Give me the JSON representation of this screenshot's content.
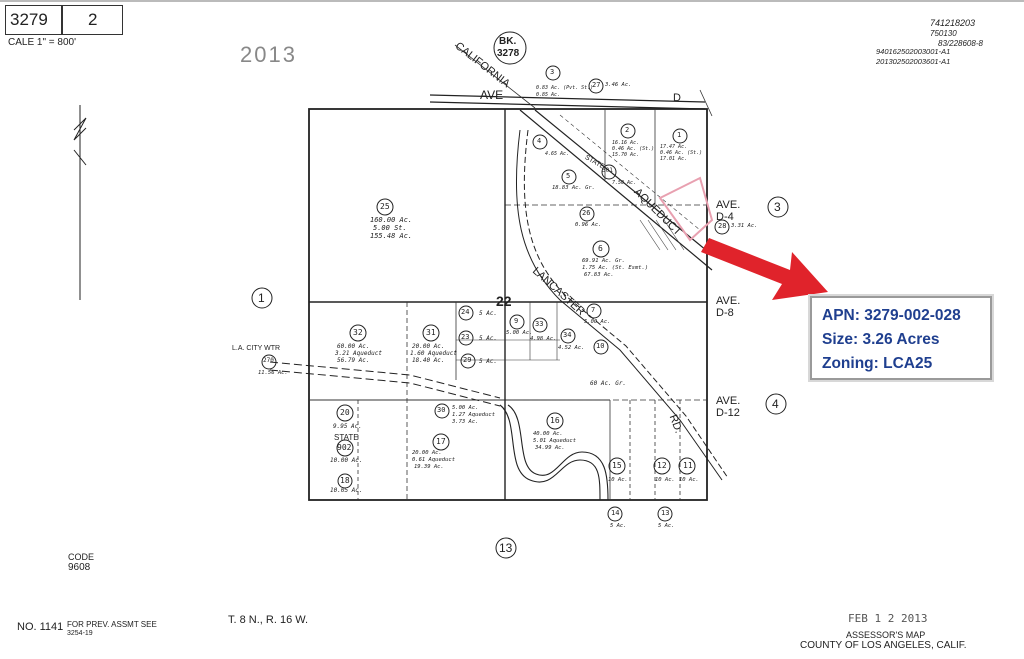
{
  "header": {
    "book_number": "3279",
    "page_number": "2",
    "scale": "CALE 1\" = 800'",
    "year_stamp": "2013",
    "book_badge": {
      "prefix": "BK.",
      "number": "3278"
    },
    "ref_numbers": [
      "741218203",
      "750130",
      "83/228608-8",
      "940162502003001-A1",
      "201302502003601-A1"
    ]
  },
  "roads": {
    "california": "CALIFORNIA",
    "ave": "AVE",
    "ave_d_top": "D",
    "lancaster": "LANCASTER",
    "rd": "RD.",
    "aqueduct": "AQUEDUCT",
    "la_city_wtr": "L.A. CITY WTR",
    "state_top": "STATE",
    "state_bottom": "STATE"
  },
  "avenue_labels": [
    {
      "line1": "AVE.",
      "line2": "D-4"
    },
    {
      "line1": "AVE.",
      "line2": "D-8"
    },
    {
      "line1": "AVE.",
      "line2": "D-12"
    }
  ],
  "map_circles": [
    "1",
    "3",
    "4",
    "13"
  ],
  "section_number": "22",
  "parcels": [
    {
      "num": "25",
      "acres": "160.00 Ac.",
      "note": "5.00 St.",
      "net": "155.48 Ac."
    },
    {
      "num": "32",
      "acres": "60.00 Ac.",
      "note": "3.21 Aqueduct",
      "net": "56.79 Ac."
    },
    {
      "num": "31",
      "acres": "20.00 Ac.",
      "note": "1.60 Aqueduct",
      "net": "18.40 Ac."
    },
    {
      "num": "24",
      "acres": "5 Ac."
    },
    {
      "num": "23",
      "acres": "5 Ac."
    },
    {
      "num": "29",
      "acres": "5 Ac."
    },
    {
      "num": "9",
      "acres": "5.00 Ac."
    },
    {
      "num": "33",
      "acres": "4.98 Ac."
    },
    {
      "num": "34",
      "acres": "4.52 Ac."
    },
    {
      "num": "7",
      "acres": "5.00 Ac."
    },
    {
      "num": "10",
      "acres": "60 Ac. Gr."
    },
    {
      "num": "20",
      "acres": "9.95 Ac."
    },
    {
      "num": "902",
      "acres": "10.00 Ac."
    },
    {
      "num": "18",
      "acres": "10.05 Ac."
    },
    {
      "num": "30",
      "acres": "5.00 Ac.",
      "note": "1.27 Aqueduct",
      "net": "3.73 Ac."
    },
    {
      "num": "17",
      "acres": "20.00 Ac.",
      "note": "0.61 Aqueduct",
      "net": "19.39 Ac."
    },
    {
      "num": "16",
      "acres": "40.00 Ac.",
      "note": "5.01 Aqueduct",
      "net": "34.99 Ac."
    },
    {
      "num": "15",
      "acres": "10 Ac."
    },
    {
      "num": "12",
      "acres": "10 Ac."
    },
    {
      "num": "11",
      "acres": "10 Ac."
    },
    {
      "num": "14",
      "acres": "5 Ac."
    },
    {
      "num": "13",
      "acres": "5 Ac."
    },
    {
      "num": "26",
      "acres": "0.96 Ac."
    },
    {
      "num": "6",
      "acres": "69.91 Ac. Gr.",
      "note": "1.75 Ac. (St. Esmt.)",
      "net": "67.83 Ac."
    },
    {
      "num": "5",
      "acres": "18.83 Ac. Gr."
    },
    {
      "num": "4",
      "acres": "4.65 Ac."
    },
    {
      "num": "301",
      "acres": "7.50 Ac."
    },
    {
      "num": "2",
      "acres": "16.16 Ac.",
      "note": "0.46 Ac. (St.)",
      "net": "15.70 Ac."
    },
    {
      "num": "1",
      "acres": "17.47 Ac.",
      "note": "0.46 Ac. (St.)",
      "net": "17.01 Ac."
    },
    {
      "num": "3",
      "acres": "0.83 Ac. (Pvt. St.)",
      "net": "0.85 Ac."
    },
    {
      "num": "27",
      "acres": "3.46 Ac."
    },
    {
      "num": "28",
      "acres": "3.31 Ac."
    },
    {
      "num": "270",
      "acres": "11.56 Ac."
    }
  ],
  "info_box": {
    "apn": "APN: 3279-002-028",
    "size": "Size: 3.26 Acres",
    "zoning": "Zoning: LCA25"
  },
  "footer": {
    "code_label": "CODE",
    "code_value": "9608",
    "map_no": "NO. 1141",
    "prev_assmt": "FOR PREV. ASSMT SEE",
    "prev_ref": "3254-19",
    "township": "T. 8 N., R. 16 W.",
    "date_stamp": "FEB 1 2 2013",
    "map_title": "ASSESSOR'S MAP",
    "county": "COUNTY OF LOS ANGELES, CALIF."
  },
  "colors": {
    "arrow": "#e0232b",
    "info_text": "#1f3f8f",
    "highlight": "#e8a0b0"
  }
}
